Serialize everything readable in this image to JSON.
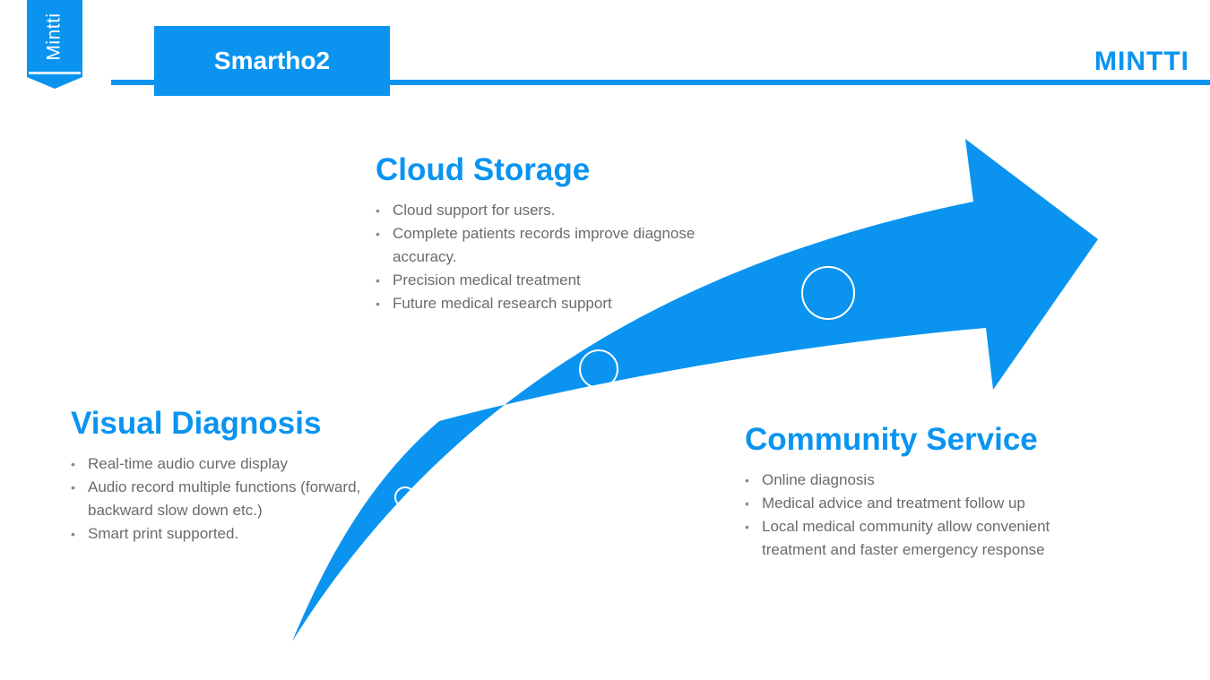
{
  "tag": {
    "label": "Mintti"
  },
  "header": {
    "product": "Smartho2",
    "brand": "MINTTI"
  },
  "colors": {
    "accent": "#0a94f0",
    "text": "#6b6b6b",
    "background": "#ffffff"
  },
  "sections": {
    "cloud": {
      "title": "Cloud Storage",
      "items": [
        "Cloud support for users.",
        "Complete  patients records improve diagnose accuracy.",
        "Precision medical treatment",
        "Future medical research support"
      ]
    },
    "visual": {
      "title": "Visual Diagnosis",
      "items": [
        "Real-time audio curve display",
        "Audio record multiple functions (forward, backward slow down etc.)",
        "Smart print supported."
      ]
    },
    "community": {
      "title": "Community Service",
      "items": [
        "Online diagnosis",
        "Medical advice and treatment follow up",
        "Local medical community allow convenient treatment and faster emergency response"
      ]
    }
  }
}
